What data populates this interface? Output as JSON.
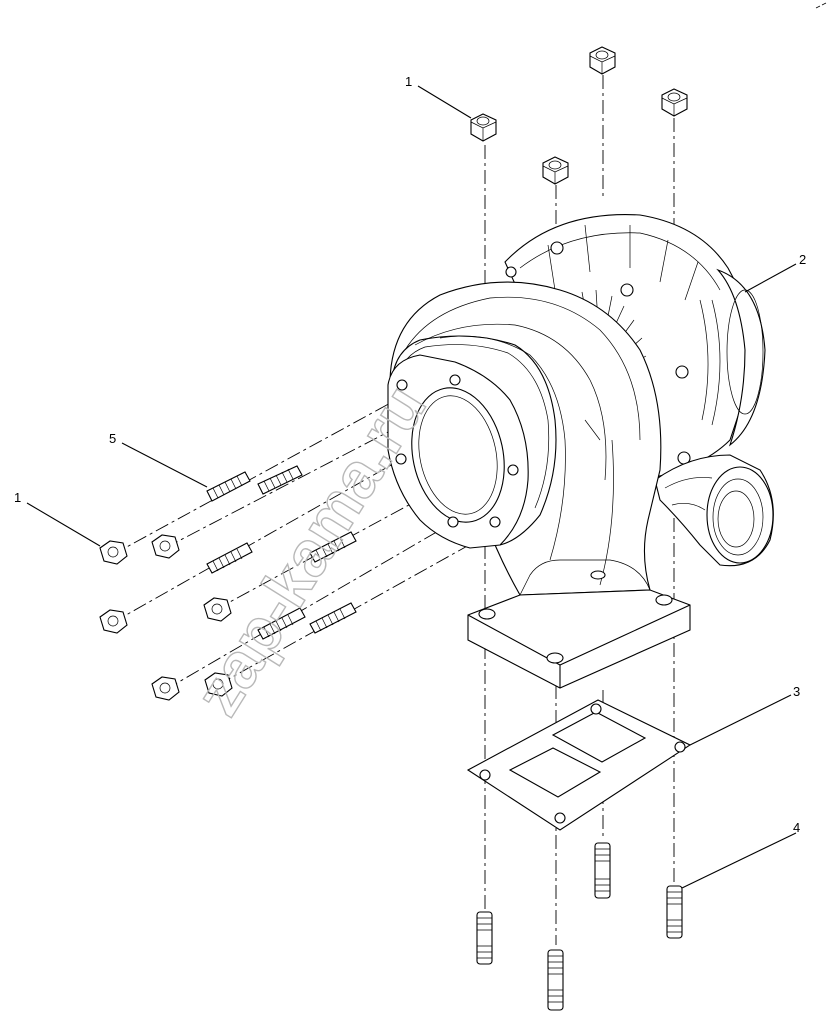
{
  "diagram": {
    "callouts": [
      {
        "id": "c1a",
        "label": "1"
      },
      {
        "id": "c1b",
        "label": "1"
      },
      {
        "id": "c2",
        "label": "2"
      },
      {
        "id": "c3",
        "label": "3"
      },
      {
        "id": "c4",
        "label": "4"
      },
      {
        "id": "c5",
        "label": "5"
      }
    ],
    "watermark": "zap-kama.ru"
  }
}
